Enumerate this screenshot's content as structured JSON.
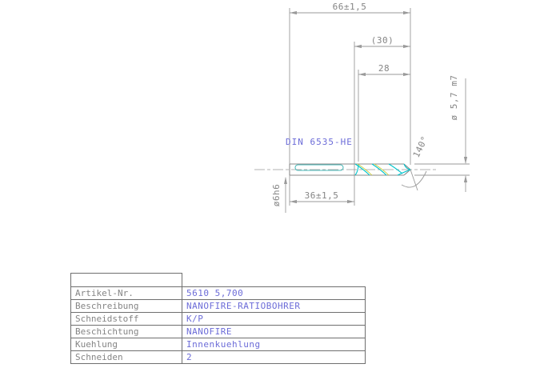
{
  "drawing": {
    "dims": {
      "total_length": "66±1,5",
      "ref_length": "(30)",
      "usable_length": "28",
      "shank_length": "36±1,5",
      "shank_diameter": "ø6h6",
      "drill_diameter": "ø 5,7 m7",
      "point_angle": "140°"
    },
    "shank_standard": "DIN 6535-HE",
    "colors": {
      "line_gray": "#8a8a8a",
      "dimension_gray": "#9a9a9a",
      "annotation_blue": "#6c6cd8",
      "flute_cyan": "#00c4cc",
      "flute_yellow": "#c8cc33"
    }
  },
  "table": {
    "rows": [
      {
        "label": "Artikel-Nr.",
        "value": "5610 5,700"
      },
      {
        "label": "Beschreibung",
        "value": "NANOFIRE-RATIOBOHRER"
      },
      {
        "label": "Schneidstoff",
        "value": "K/P"
      },
      {
        "label": "Beschichtung",
        "value": "NANOFIRE"
      },
      {
        "label": "Kuehlung",
        "value": "Innenkuehlung"
      },
      {
        "label": "Schneiden",
        "value": "2"
      }
    ]
  }
}
